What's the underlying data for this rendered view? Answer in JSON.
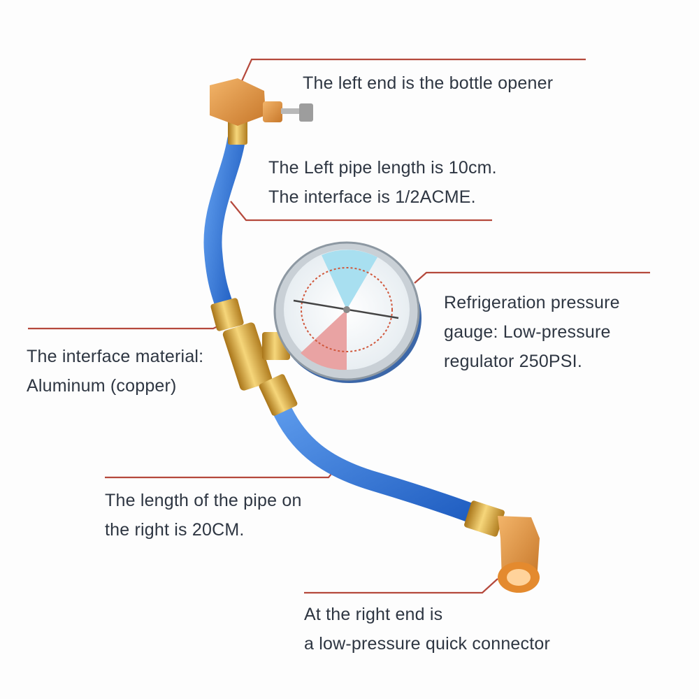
{
  "callouts": {
    "bottle_opener": {
      "line1": "The left end is the bottle opener"
    },
    "left_pipe": {
      "line1": "The Left pipe length is 10cm.",
      "line2": "The interface is 1/2ACME."
    },
    "gauge": {
      "line1": "Refrigeration pressure",
      "line2": "gauge: Low-pressure",
      "line3": "regulator 250PSI."
    },
    "interface_material": {
      "line1": "The interface material:",
      "line2": "Aluminum (copper)"
    },
    "right_pipe": {
      "line1": "The length of the pipe on",
      "line2": "the right is 20CM."
    },
    "quick_connector": {
      "line1": "At the right end is",
      "line2": "a low-pressure quick connector"
    }
  },
  "colors": {
    "leader_line": "#b5493c",
    "hose": "#2f6fd0",
    "brass": "#d9a441",
    "copper": "#e39a45",
    "text": "#2e3642"
  }
}
